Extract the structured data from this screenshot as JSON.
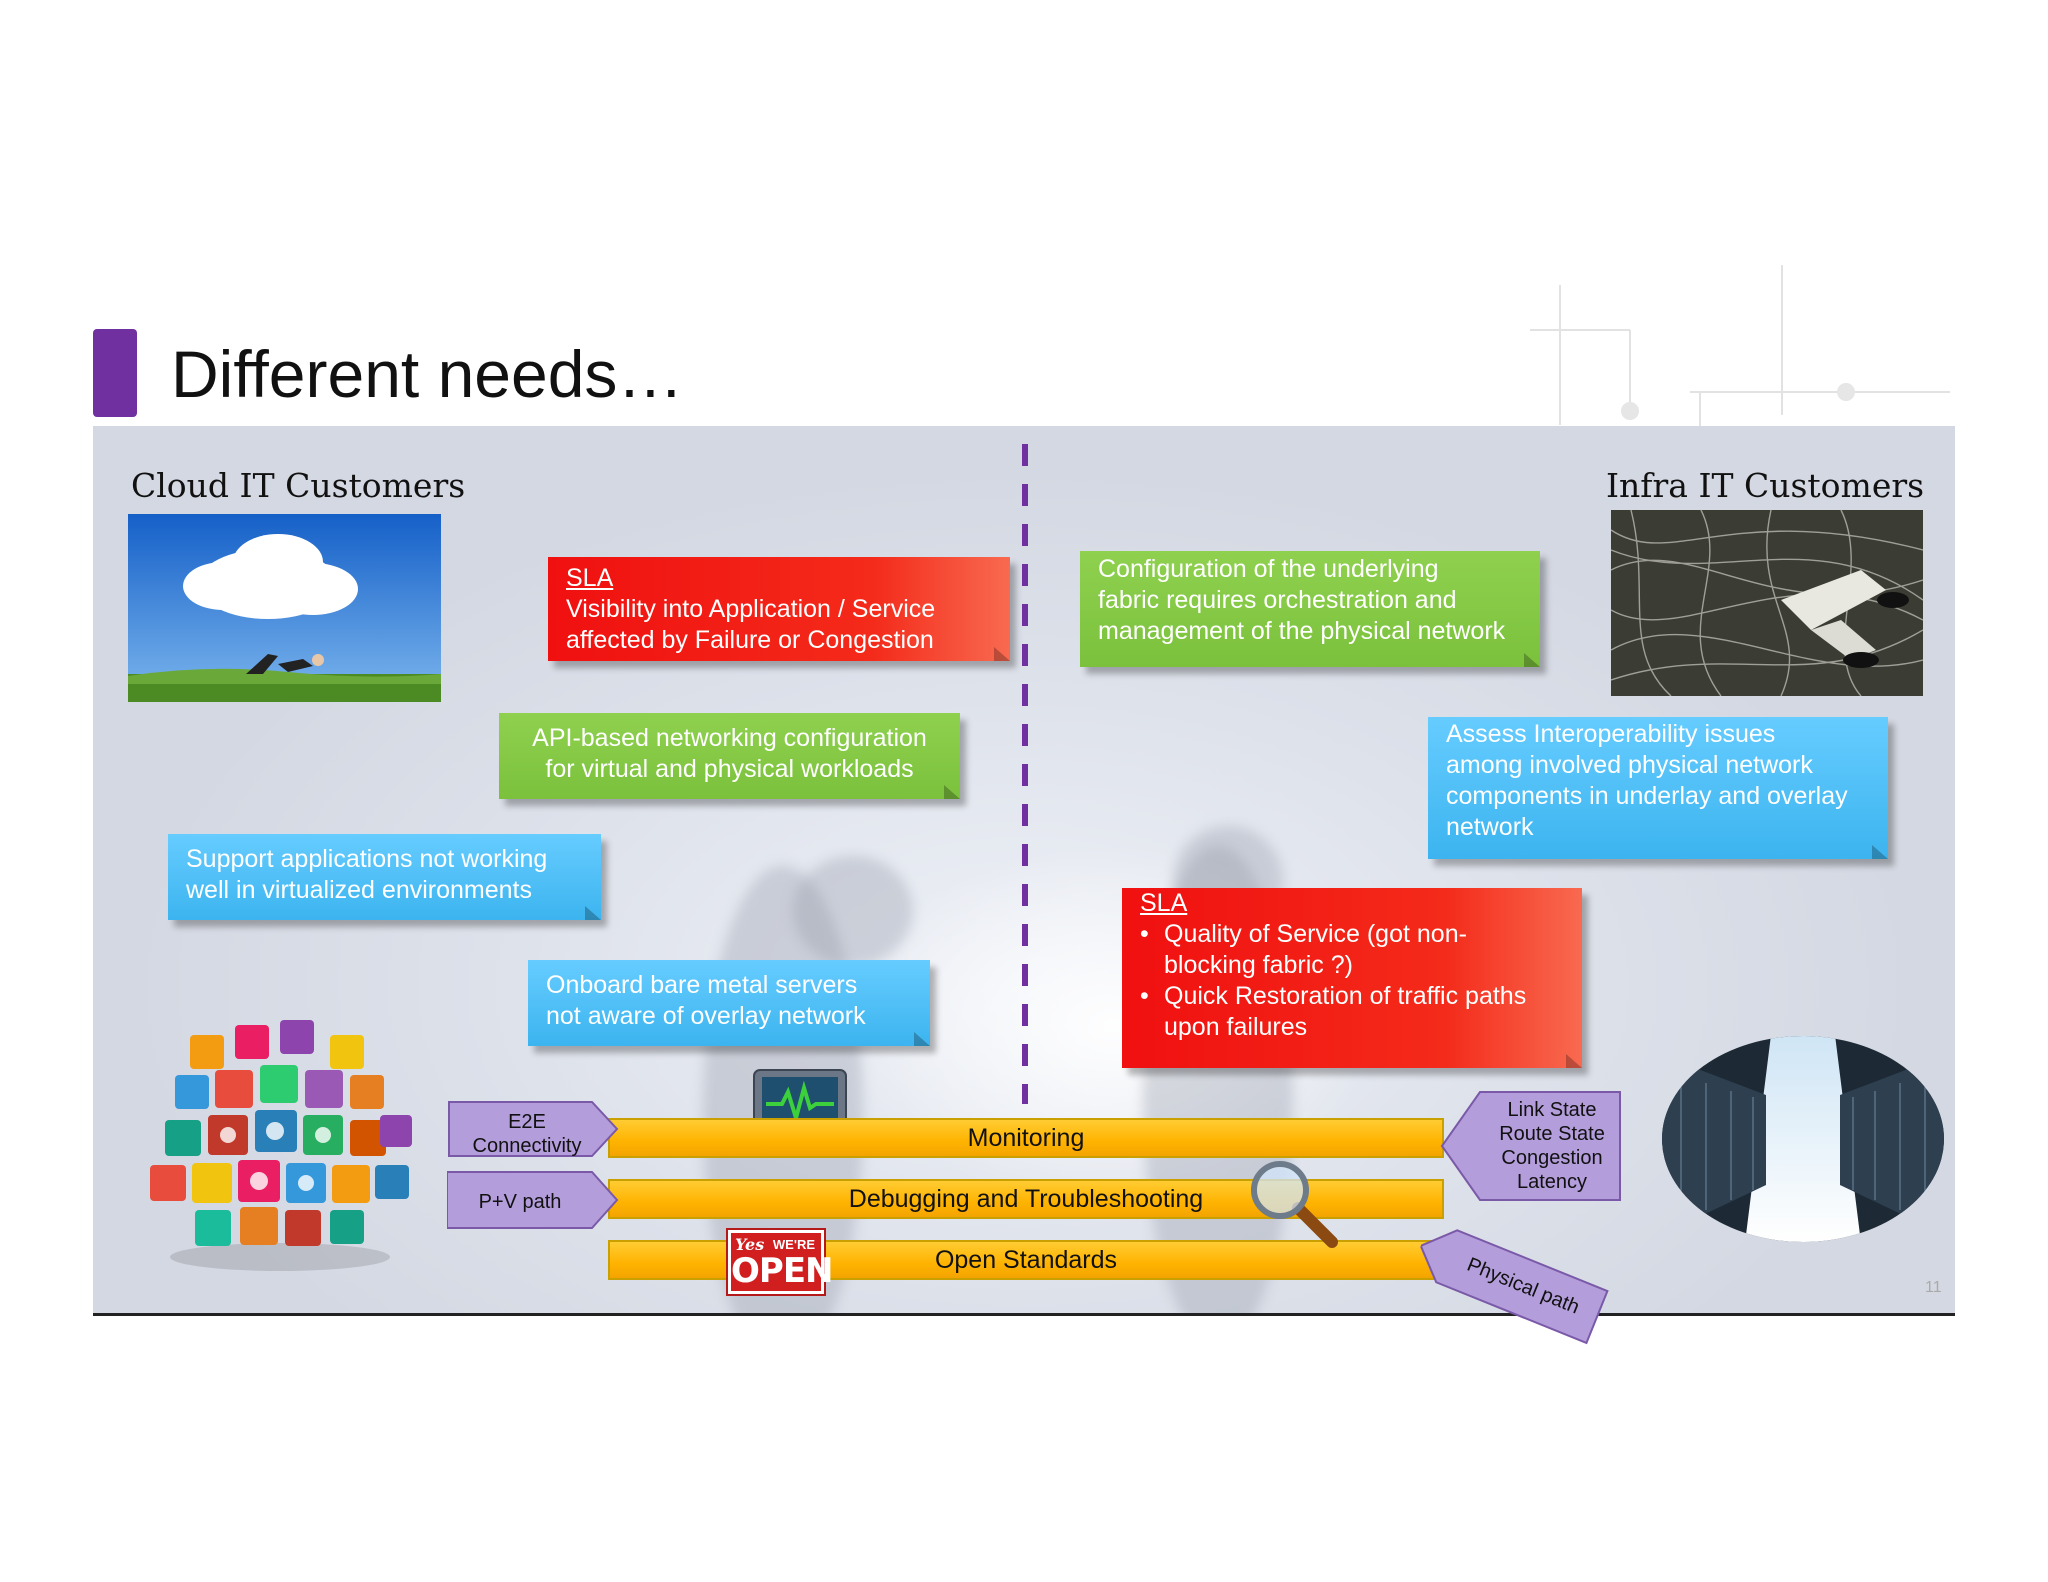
{
  "slide": {
    "title": "Different needs…",
    "page_number": "11"
  },
  "left": {
    "heading": "Cloud IT Customers"
  },
  "right": {
    "heading": "Infra IT Customers"
  },
  "boxes": {
    "sla_left": {
      "title": "SLA",
      "line1": "Visibility into Application / Service",
      "line2": "affected by Failure or  Congestion"
    },
    "api_config": {
      "line1": "API-based networking configuration",
      "line2": "for virtual and physical workloads"
    },
    "support_apps": {
      "line1": "Support applications not working",
      "line2": "well in virtualized environments"
    },
    "onboard": {
      "line1": "Onboard bare metal servers",
      "line2": "not aware of overlay network"
    },
    "config_fabric": {
      "line1": "Configuration of the underlying",
      "line2": "fabric requires orchestration and",
      "line3": "management of the physical network"
    },
    "assess": {
      "line1": "Assess Interoperability issues",
      "line2": "among involved physical network",
      "line3": "components in underlay and overlay",
      "line4": "network"
    },
    "sla_right": {
      "title": "SLA",
      "bullet1_line1": "Quality of Service (got non-",
      "bullet1_line2": "blocking fabric ?)",
      "bullet2_line1": "Quick Restoration of traffic paths",
      "bullet2_line2": "upon failures"
    }
  },
  "bars": {
    "monitoring": "Monitoring",
    "debugging": "Debugging and Troubleshooting",
    "open_standards": "Open Standards"
  },
  "tags": {
    "e2e_line1": "E2E",
    "e2e_line2": "Connectivity",
    "pv_path": "P+V path",
    "link_state": "Link State",
    "route_state": "Route State",
    "congestion": "Congestion",
    "latency": "Latency",
    "physical_path": "Physical path"
  },
  "sign": {
    "yes": "Yes",
    "were": "WE'RE",
    "open": "OPEN"
  },
  "colors": {
    "accent_purple": "#7030a0",
    "red_box": "#f01010",
    "green_box": "#7bc13c",
    "blue_box": "#3cb4ef",
    "bar_orange": "#ffb300",
    "tag_purple": "#b39ddb"
  }
}
